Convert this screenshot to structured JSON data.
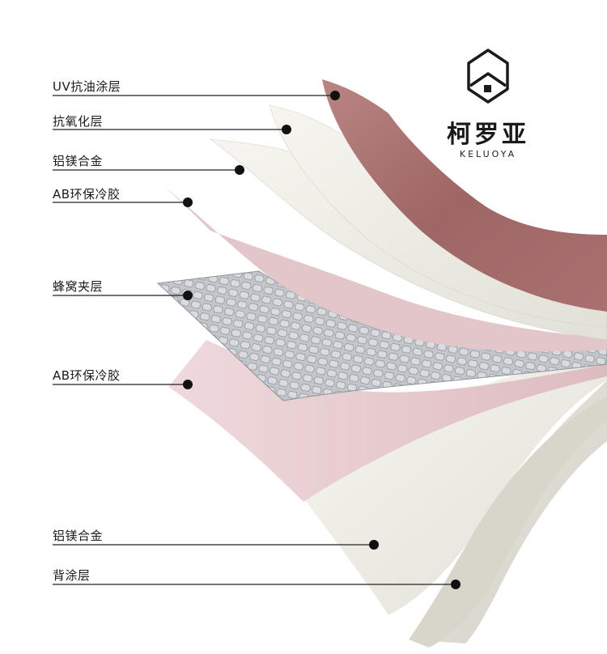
{
  "brand": {
    "name_cn": "柯罗亚",
    "name_en": "KELUOYA",
    "logo_icon": "house-icon"
  },
  "layers": [
    {
      "label": "UV抗油涂层",
      "color": "#a8706f"
    },
    {
      "label": "抗氧化层",
      "color": "#ecebe3"
    },
    {
      "label": "铝镁合金",
      "color": "#e6e5dc"
    },
    {
      "label": "AB环保冷胶",
      "color": "#e7cdd0"
    },
    {
      "label": "蜂窝夹层",
      "color": "#c5c7cb"
    },
    {
      "label": "AB环保冷胶",
      "color": "#f0e2e4"
    },
    {
      "label": "铝镁合金",
      "color": "#e7e5dd"
    },
    {
      "label": "背涂层",
      "color": "#dedcd2"
    }
  ]
}
